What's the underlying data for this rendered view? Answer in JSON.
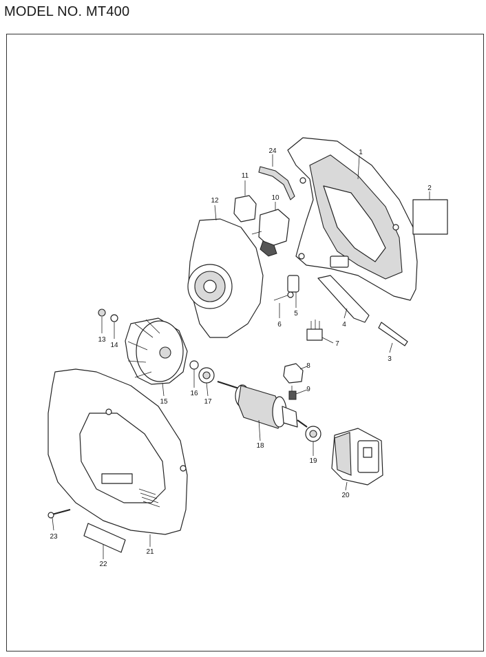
{
  "title": "MODEL NO. MT400",
  "parts": [
    {
      "no": "1"
    },
    {
      "no": "2"
    },
    {
      "no": "3"
    },
    {
      "no": "4"
    },
    {
      "no": "5"
    },
    {
      "no": "6"
    },
    {
      "no": "7"
    },
    {
      "no": "8"
    },
    {
      "no": "9"
    },
    {
      "no": "10"
    },
    {
      "no": "11"
    },
    {
      "no": "12"
    },
    {
      "no": "13"
    },
    {
      "no": "14"
    },
    {
      "no": "15"
    },
    {
      "no": "16"
    },
    {
      "no": "17"
    },
    {
      "no": "18"
    },
    {
      "no": "19"
    },
    {
      "no": "20"
    },
    {
      "no": "21"
    },
    {
      "no": "22"
    },
    {
      "no": "23"
    },
    {
      "no": "24"
    }
  ]
}
